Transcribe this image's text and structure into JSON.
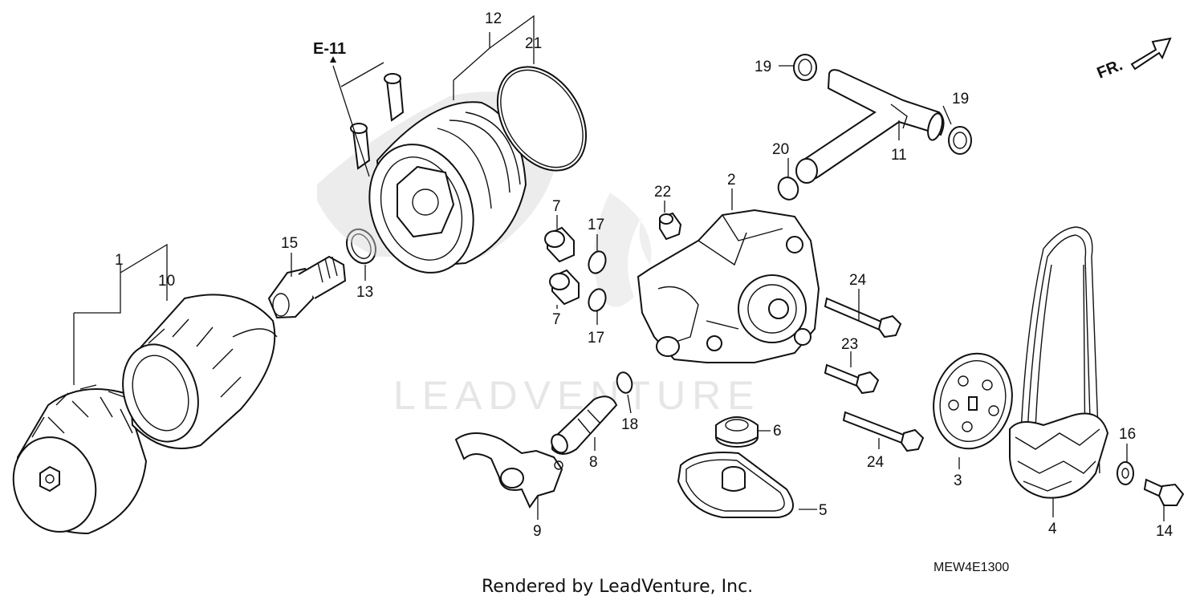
{
  "diagram": {
    "reference_label": "E-11",
    "direction_label": "FR.",
    "part_code": "MEW4E1300",
    "watermark": "LEADVENTURE",
    "footer": "Rendered by LeadVenture, Inc.",
    "callouts": {
      "c1": "1",
      "c2": "2",
      "c3": "3",
      "c4": "4",
      "c5": "5",
      "c6": "6",
      "c7a": "7",
      "c7b": "7",
      "c8": "8",
      "c9": "9",
      "c10": "10",
      "c11": "11",
      "c12": "12",
      "c13": "13",
      "c14": "14",
      "c15": "15",
      "c16": "16",
      "c17a": "17",
      "c17b": "17",
      "c18": "18",
      "c19a": "19",
      "c19b": "19",
      "c20": "20",
      "c21": "21",
      "c22": "22",
      "c23": "23",
      "c24a": "24",
      "c24b": "24"
    },
    "colors": {
      "line": "#111111",
      "watermark": "#e6e6e6",
      "background": "#ffffff"
    }
  }
}
